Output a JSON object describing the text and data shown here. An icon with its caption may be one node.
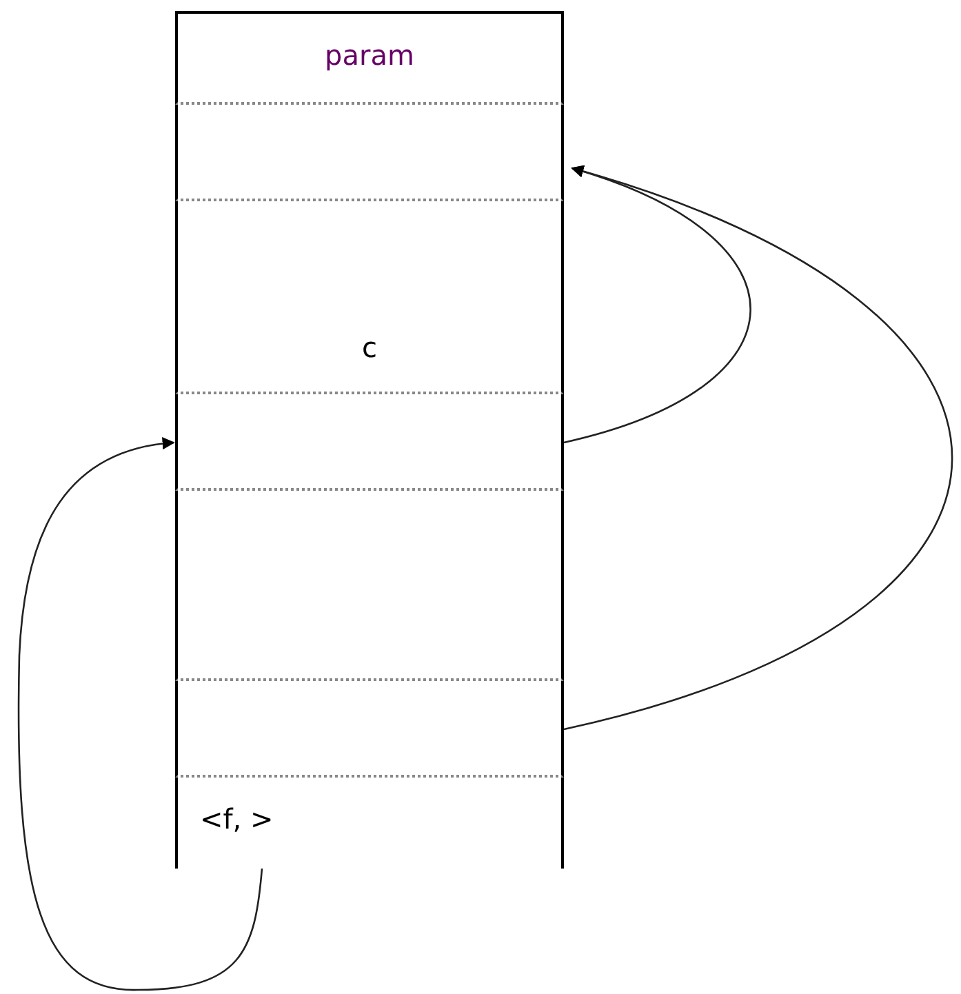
{
  "diagram": {
    "nodes": [
      {
        "text": [
          "param"
        ]
      },
      {
        "text": [],
        "shape": "box"
      },
      {
        "text": [
          "c"
        ]
      },
      {
        "text": [],
        "shape": "box"
      },
      {
        "text": [],
        "shape": "box"
      },
      {
        "text": [],
        "shape": "box"
      },
      {
        "text": [
          "<f, >"
        ]
      }
    ],
    "edges": [
      {
        "from": 3,
        "to": 1,
        "arrow": "to"
      },
      {
        "from": 5,
        "to": 1,
        "arrow": "to"
      },
      {
        "from": 6,
        "to": 3,
        "arrow": "to"
      }
    ]
  }
}
